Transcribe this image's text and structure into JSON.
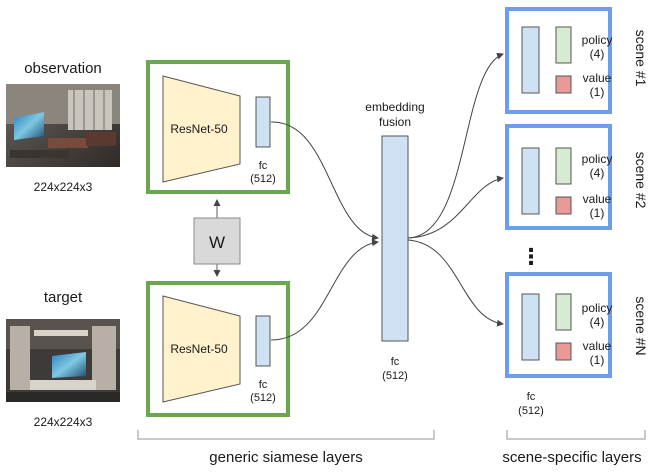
{
  "inputs": {
    "observation": {
      "label": "observation",
      "size": "224x224x3"
    },
    "target": {
      "label": "target",
      "size": "224x224x3"
    }
  },
  "encoder": {
    "backbone_label": "ResNet-50",
    "fc_label": "fc",
    "fc_dim": "(512)"
  },
  "shared_weights_label": "W",
  "fusion": {
    "title_line1": "embedding",
    "title_line2": "fusion",
    "fc_label": "fc",
    "fc_dim": "(512)"
  },
  "scenes": [
    {
      "name": "scene #1",
      "policy": "policy",
      "policy_dim": "(4)",
      "value": "value",
      "value_dim": "(1)"
    },
    {
      "name": "scene #2",
      "policy": "policy",
      "policy_dim": "(4)",
      "value": "value",
      "value_dim": "(1)"
    },
    {
      "name": "scene #N",
      "policy": "policy",
      "policy_dim": "(4)",
      "value": "value",
      "value_dim": "(1)"
    }
  ],
  "scene_fc": {
    "label": "fc",
    "dim": "(512)"
  },
  "ellipsis": "⋮",
  "brackets": {
    "siamese": "generic siamese layers",
    "scene_specific": "scene-specific layers"
  },
  "colors": {
    "siamese_border": "#6aa84f",
    "scene_border": "#6d9eeb",
    "resnet_fill": "#fff2cc",
    "fc_fill": "#cfe2f3",
    "policy_fill": "#d9ead3",
    "value_fill": "#ea9999",
    "w_fill": "#d9d9d9"
  }
}
